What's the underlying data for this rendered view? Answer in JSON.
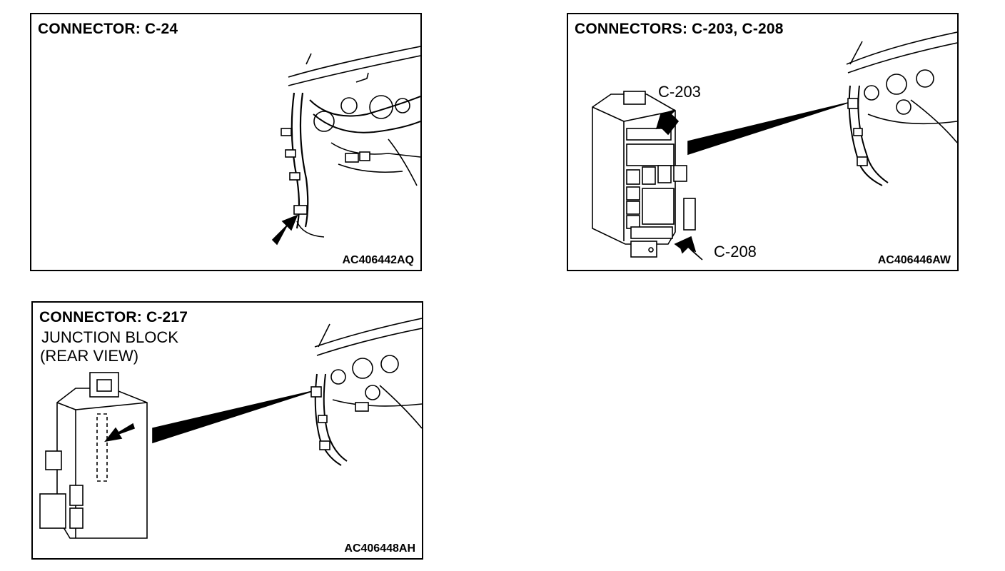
{
  "panels": [
    {
      "title": "CONNECTOR: C-24",
      "code": "AC406442AQ"
    },
    {
      "title": "CONNECTORS: C-203, C-208",
      "code": "AC406446AW",
      "labels": {
        "c203": "C-203",
        "c208": "C-208"
      }
    },
    {
      "title": "CONNECTOR: C-217",
      "code": "AC406448AH",
      "subtitle_line1": "JUNCTION BLOCK",
      "subtitle_line2": "(REAR VIEW)"
    }
  ]
}
